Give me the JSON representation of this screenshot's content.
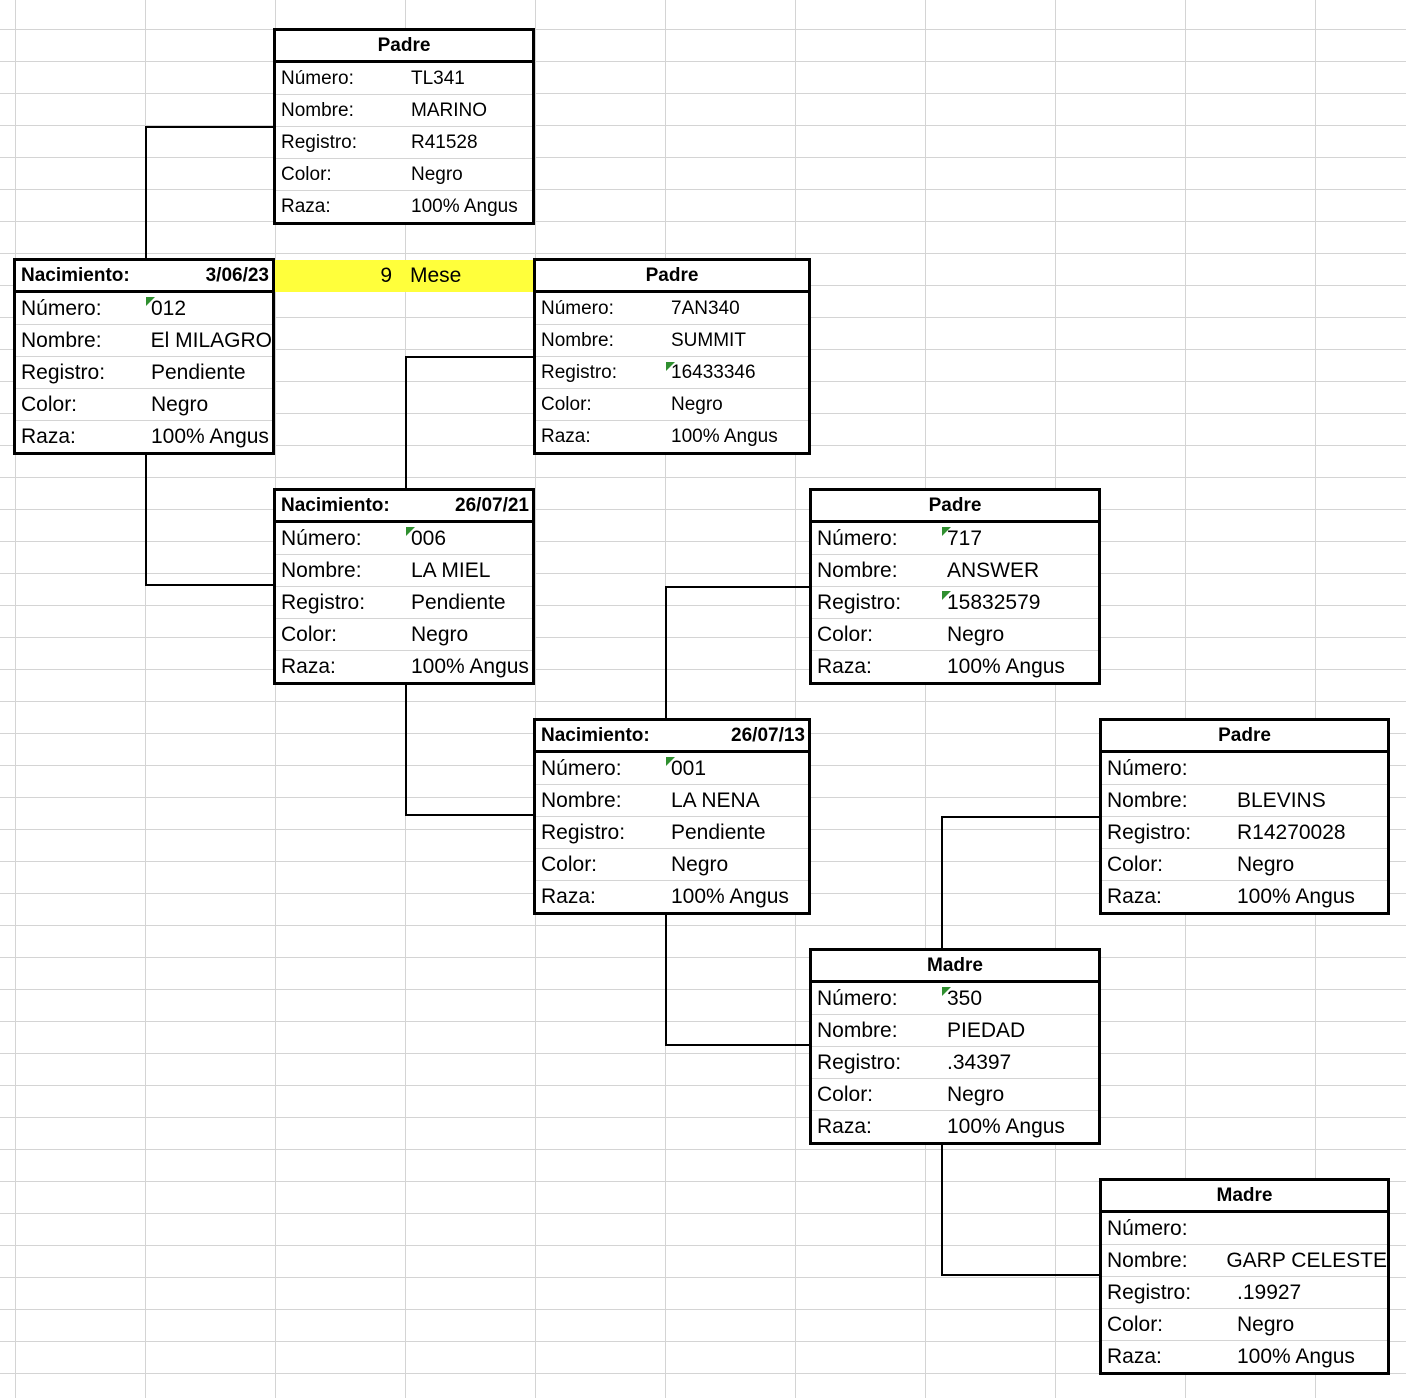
{
  "meses": {
    "value": "9",
    "unit": "Mese"
  },
  "boxes": {
    "animal": {
      "header_label": "Nacimiento:",
      "header_date": "3/06/23",
      "rows": [
        {
          "label": "Número:",
          "value": "012"
        },
        {
          "label": "Nombre:",
          "value": "El MILAGRO"
        },
        {
          "label": "Registro:",
          "value": "Pendiente"
        },
        {
          "label": "Color:",
          "value": "Negro"
        },
        {
          "label": "Raza:",
          "value": "100% Angus"
        }
      ]
    },
    "padre_marino": {
      "title": "Padre",
      "rows": [
        {
          "label": "Número:",
          "value": "TL341"
        },
        {
          "label": "Nombre:",
          "value": "MARINO"
        },
        {
          "label": "Registro:",
          "value": "R41528"
        },
        {
          "label": "Color:",
          "value": "Negro"
        },
        {
          "label": "Raza:",
          "value": "100% Angus"
        }
      ]
    },
    "madre_miel": {
      "header_label": "Nacimiento:",
      "header_date": "26/07/21",
      "rows": [
        {
          "label": "Número:",
          "value": "006"
        },
        {
          "label": "Nombre:",
          "value": "LA MIEL"
        },
        {
          "label": "Registro:",
          "value": "Pendiente"
        },
        {
          "label": "Color:",
          "value": "Negro"
        },
        {
          "label": "Raza:",
          "value": "100% Angus"
        }
      ]
    },
    "padre_summit": {
      "title": "Padre",
      "rows": [
        {
          "label": "Número:",
          "value": "7AN340"
        },
        {
          "label": "Nombre:",
          "value": "SUMMIT"
        },
        {
          "label": "Registro:",
          "value": "16433346"
        },
        {
          "label": "Color:",
          "value": "Negro"
        },
        {
          "label": "Raza:",
          "value": "100% Angus"
        }
      ]
    },
    "madre_nena": {
      "header_label": "Nacimiento:",
      "header_date": "26/07/13",
      "rows": [
        {
          "label": "Número:",
          "value": "001"
        },
        {
          "label": "Nombre:",
          "value": "LA NENA"
        },
        {
          "label": "Registro:",
          "value": "Pendiente"
        },
        {
          "label": "Color:",
          "value": "Negro"
        },
        {
          "label": "Raza:",
          "value": "100% Angus"
        }
      ]
    },
    "padre_answer": {
      "title": "Padre",
      "rows": [
        {
          "label": "Número:",
          "value": "717"
        },
        {
          "label": "Nombre:",
          "value": "ANSWER"
        },
        {
          "label": "Registro:",
          "value": "15832579"
        },
        {
          "label": "Color:",
          "value": "Negro"
        },
        {
          "label": "Raza:",
          "value": "100% Angus"
        }
      ]
    },
    "madre_piedad": {
      "title": "Madre",
      "rows": [
        {
          "label": "Número:",
          "value": "350"
        },
        {
          "label": "Nombre:",
          "value": "PIEDAD"
        },
        {
          "label": "Registro:",
          "value": ".34397"
        },
        {
          "label": "Color:",
          "value": "Negro"
        },
        {
          "label": "Raza:",
          "value": "100% Angus"
        }
      ]
    },
    "padre_blevins": {
      "title": "Padre",
      "rows": [
        {
          "label": "Número:",
          "value": ""
        },
        {
          "label": "Nombre:",
          "value": "BLEVINS"
        },
        {
          "label": "Registro:",
          "value": "R14270028"
        },
        {
          "label": "Color:",
          "value": "Negro"
        },
        {
          "label": "Raza:",
          "value": "100% Angus"
        }
      ]
    },
    "madre_celeste": {
      "title": "Madre",
      "rows": [
        {
          "label": "Número:",
          "value": ""
        },
        {
          "label": "Nombre:",
          "value": "GARP CELESTE"
        },
        {
          "label": "Registro:",
          "value": ".19927"
        },
        {
          "label": "Color:",
          "value": "Negro"
        },
        {
          "label": "Raza:",
          "value": "100% Angus"
        }
      ]
    }
  }
}
